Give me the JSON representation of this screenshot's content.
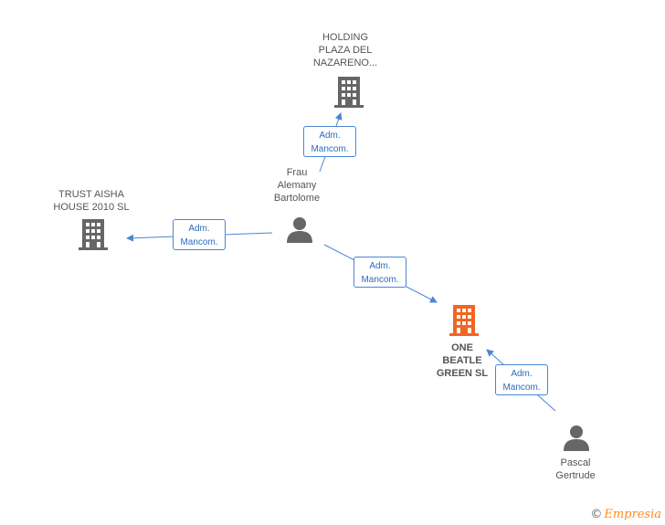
{
  "colors": {
    "building": "#666666",
    "building_focus": "#f26522",
    "person": "#666666",
    "link": "#4a86d4",
    "brand": "#ff8a1f"
  },
  "nodes": {
    "holding": {
      "label": "HOLDING\nPLAZA DEL\nNAZARENO...",
      "icon": "building-icon"
    },
    "trust": {
      "label": "TRUST AISHA\nHOUSE 2010 SL",
      "icon": "building-icon"
    },
    "frau": {
      "label": "Frau\nAlemany\nBartolome",
      "icon": "person-icon"
    },
    "one_beatle": {
      "label": "ONE\nBEATLE\nGREEN SL",
      "icon": "building-icon"
    },
    "pascal": {
      "label": "Pascal\nGertrude",
      "icon": "person-icon"
    }
  },
  "links": [
    {
      "from": "frau",
      "to": "holding",
      "label_line1": "Adm.",
      "label_line2": "Mancom."
    },
    {
      "from": "frau",
      "to": "trust",
      "label_line1": "Adm.",
      "label_line2": "Mancom."
    },
    {
      "from": "frau",
      "to": "one_beatle",
      "label_line1": "Adm.",
      "label_line2": "Mancom."
    },
    {
      "from": "pascal",
      "to": "one_beatle",
      "label_line1": "Adm.",
      "label_line2": "Mancom."
    }
  ],
  "footer": {
    "copyright": "©",
    "brand": "Empresia"
  }
}
